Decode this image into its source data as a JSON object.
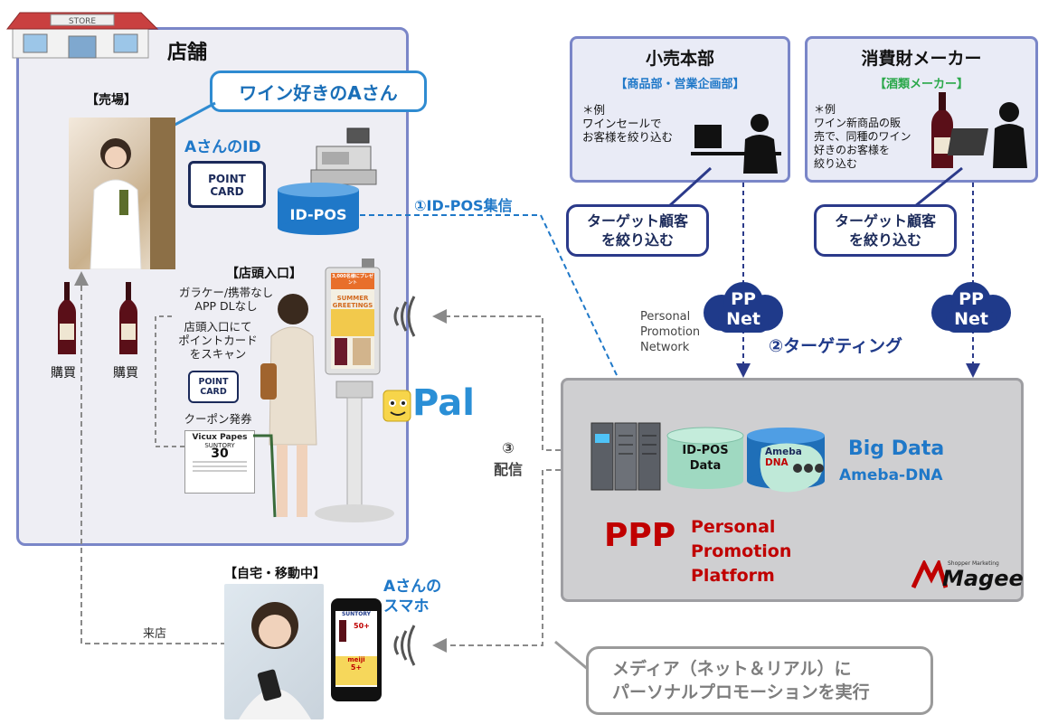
{
  "store": {
    "title": "店舗",
    "sales_floor": "【売場】",
    "callout": "ワイン好きのAさん",
    "id_label": "AさんのID",
    "point_card": [
      "POINT",
      "CARD"
    ],
    "idpos": "ID-POS",
    "buy_labels": [
      "購買",
      "購買"
    ],
    "entrance": "【店頭入口】",
    "entrance_notes": [
      "ガラケー/携帯なし",
      "APP DLなし",
      "店頭入口にて",
      "ポイントカード",
      "をスキャン"
    ],
    "coupon_label": "クーポン発券",
    "coupon_text": [
      "Vicux Papes",
      "SUNTORY",
      "30"
    ]
  },
  "kiosk": {
    "screen_top": "3,000名様にプレゼント",
    "screen_mid": "SUMMER GREETINGS"
  },
  "logo_pal": "Pal",
  "arrows": {
    "idpos_collect": "①ID-POS集信",
    "targeting": "②ターゲティング",
    "delivery": [
      "③",
      "配信"
    ],
    "visit": "来店"
  },
  "hq": [
    {
      "title": "小売本部",
      "sub": "【商品部・営業企画部】",
      "note": [
        "＊例",
        "ワインセールで",
        "お客様を絞り込む"
      ],
      "bubble": [
        "ターゲット顧客",
        "を絞り込む"
      ]
    },
    {
      "title": "消費財メーカー",
      "sub": "【酒類メーカー】",
      "note": [
        "＊例",
        "ワイン新商品の販",
        "売で、同種のワイン",
        "好きのお客様を",
        "絞り込む"
      ],
      "bubble": [
        "ターゲット顧客",
        "を絞り込む"
      ]
    }
  ],
  "ppnet": [
    {
      "text": [
        "PP",
        "Net"
      ]
    },
    {
      "text": [
        "PP",
        "Net"
      ]
    }
  ],
  "ppn_label": [
    "Personal",
    "Promotion",
    "Network"
  ],
  "ppp": {
    "idpos_data": [
      "ID-POS",
      "Data"
    ],
    "ameba_dna": [
      "Ameba",
      "DNA"
    ],
    "big_data": "Big Data",
    "big_data_sub": "Ameba-DNA",
    "ppp": "PPP",
    "ppp_full": [
      "Personal",
      "Promotion",
      "Platform"
    ],
    "magee_small": "Shopper Marketing",
    "magee": "Magee"
  },
  "home": {
    "label": "【自宅・移動中】",
    "phone_owner": [
      "Aさんの",
      "スマホ"
    ],
    "phone_screen": [
      "SUNTORY",
      "50+",
      "meiji",
      "5+"
    ]
  },
  "media_bubble": [
    "メディア（ネット＆リアル）に",
    "パーソナルプロモーションを実行"
  ],
  "colors": {
    "store_border": "#7a86c8",
    "accent_blue": "#1f78c8",
    "navy": "#1b2a5a",
    "ppp_red": "#c00000",
    "maker_green": "#2aa84a",
    "retail_blue": "#1f78c8"
  }
}
